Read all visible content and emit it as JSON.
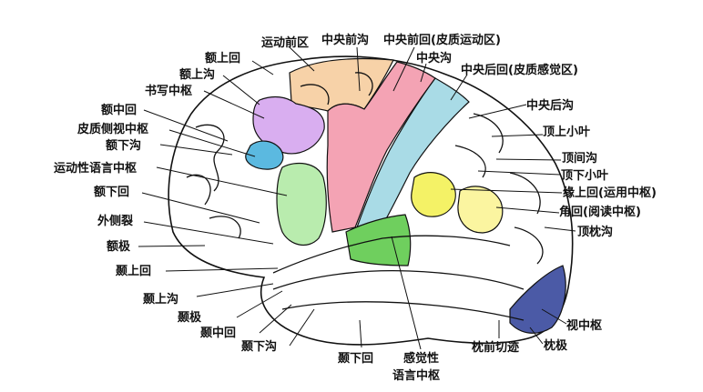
{
  "labels": {
    "yundong_qianqu": "运动前区",
    "zhongyang_qiangou": "中央前沟",
    "zhongyang_qianhui": "中央前回(皮质运动区)",
    "zhongyang_gou": "中央沟",
    "zhongyang_houhui": "中央后回(皮质感觉区)",
    "zhongyang_hougou": "中央后沟",
    "dingshang_xiaoye": "顶上小叶",
    "dingjian_gou": "顶间沟",
    "dingxia_xiaoye": "顶下小叶",
    "yuanshang_hui": "缘上回(运用中枢)",
    "jiao_hui": "角回(阅读中枢)",
    "dingzhen_gou": "顶枕沟",
    "shi_zhongshu": "视中枢",
    "zhen_ji": "枕极",
    "zhenqian_qieji": "枕前切迹",
    "ganjuexing_1": "感觉性",
    "ganjuexing_2": "语言中枢",
    "nie_xiahui": "颞下回",
    "nie_xiagou": "颞下沟",
    "nie_zhonghui": "颞中回",
    "nie_ji": "颞极",
    "nie_shanggou": "颞上沟",
    "nie_shanghui": "颞上回",
    "e_ji": "额极",
    "waice_lie": "外侧裂",
    "e_xiahui": "额下回",
    "yundongxing_yuyan": "运动性语言中枢",
    "e_xiagou": "额下沟",
    "pizhi_ceshi": "皮质侧视中枢",
    "e_zhonghui": "额中回",
    "shuxie_zhongshu": "书写中枢",
    "e_shanggou": "额上沟",
    "e_shanghui": "额上回"
  },
  "colors": {
    "premotor": "#f7d2a8",
    "precentral": "#f4a3b4",
    "postcentral": "#a9dbe6",
    "writing": "#d9aef0",
    "lateral_gaze": "#5bb9e0",
    "broca": "#b9ecae",
    "wernicke": "#6fcf5e",
    "supramarginal": "#f4f266",
    "angular": "#fbf5a0",
    "visual": "#4b5aa6"
  }
}
